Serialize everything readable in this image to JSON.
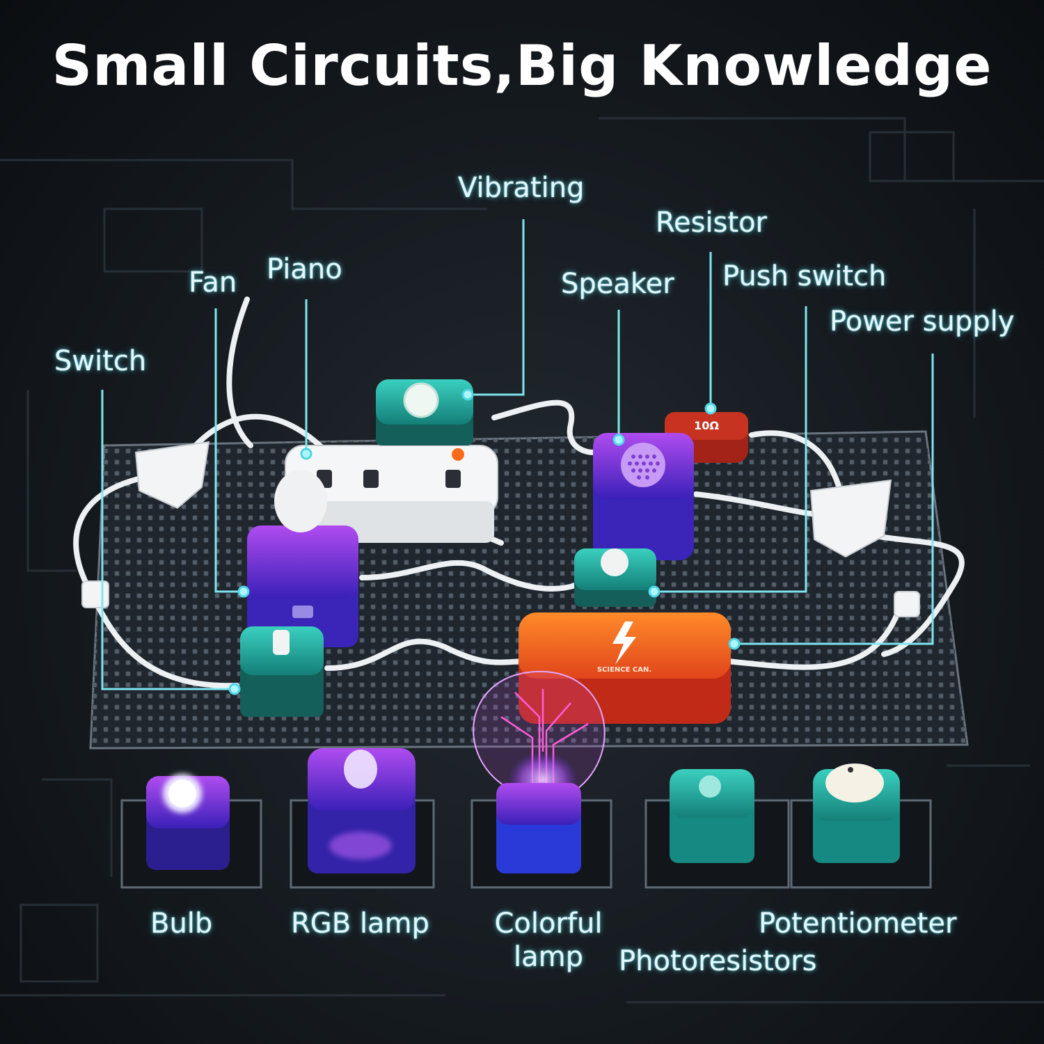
{
  "title": "Small Circuits,Big Knowledge",
  "labels": {
    "vibrating": "Vibrating",
    "resistor": "Resistor",
    "fan": "Fan",
    "piano": "Piano",
    "speaker": "Speaker",
    "push_switch": "Push switch",
    "power_supply": "Power supply",
    "switch": "Switch",
    "bulb": "Bulb",
    "rgb_lamp": "RGB lamp",
    "colorful_lamp_line1": "Colorful",
    "colorful_lamp_line2": "lamp",
    "potentiometer": "Potentiometer",
    "photoresistors": "Photoresistors"
  },
  "module_text": {
    "resistor_value": "10Ω",
    "battery_brand": "SCIENCE CAN."
  },
  "colors": {
    "callout_line": "#7fe6f0",
    "label_glow": "#5adceb",
    "teal_module": "#2bb3a8",
    "purple_module": "#8a2be2",
    "orange_module": "#ff6a1a",
    "red_module": "#b8261a"
  }
}
